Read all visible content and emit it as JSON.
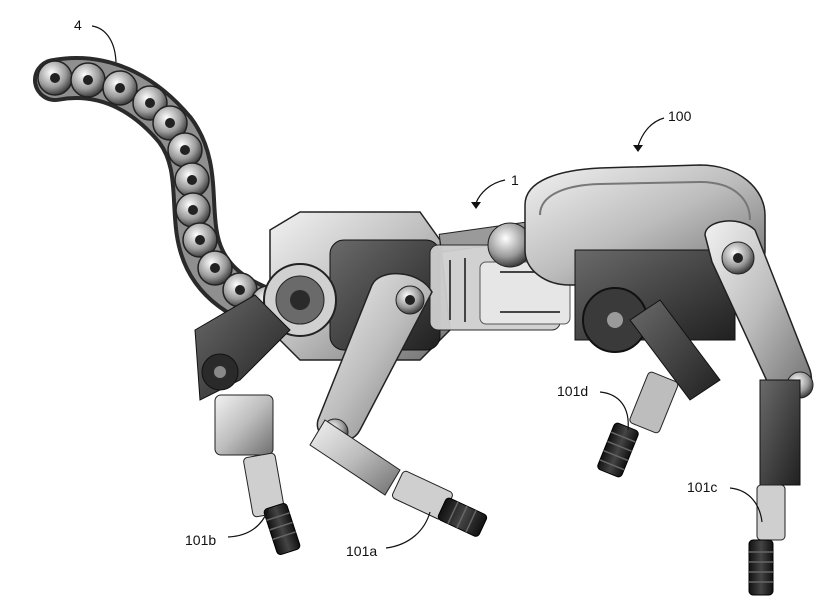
{
  "figure": {
    "description_free": true,
    "labels": {
      "tail": "4",
      "robot": "100",
      "spine": "1",
      "leg_front_left": "101a",
      "leg_front_right": "101b",
      "leg_rear_left": "101c",
      "leg_rear_right": "101d"
    }
  },
  "colors": {
    "background": "#ffffff",
    "line": "#111111",
    "metal_light": "#d9d9d9",
    "metal_mid": "#9a9a9a",
    "metal_dark": "#3a3a3a",
    "rubber": "#1e1e1e"
  }
}
